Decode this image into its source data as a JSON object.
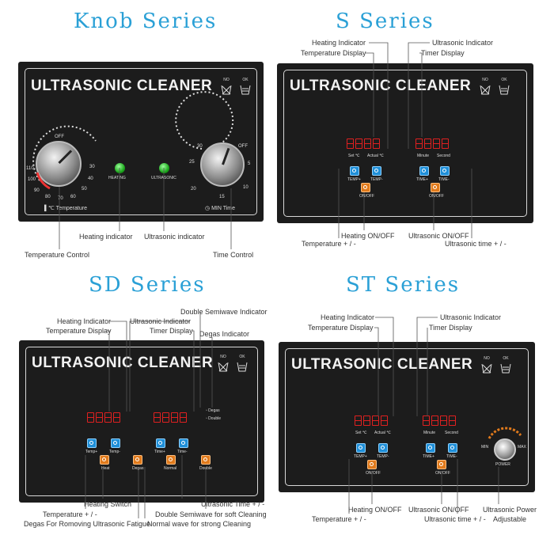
{
  "titles": {
    "knob": "Knob Series",
    "s": "S Series",
    "sd": "SD Series",
    "st": "ST Series"
  },
  "brand": "ULTRASONIC CLEANER",
  "symbols": {
    "no": "NO",
    "ok": "OK"
  },
  "knob_panel": {
    "off": "OFF",
    "temp_scale": [
      "110",
      "100",
      "90",
      "80",
      "70",
      "60",
      "50",
      "40",
      "30"
    ],
    "time_scale": [
      "30",
      "25",
      "20",
      "15",
      "10",
      "5"
    ],
    "time_off": "OFF",
    "heating": "HEATING",
    "ultrasonic": "ULTRASONIC",
    "temp_unit": "℃",
    "temp_word": "Temperature",
    "min": "MIN",
    "time_word": "Time",
    "labels": {
      "heating_indicator": "Heating indicator",
      "ultrasonic_indicator": "Ultrasonic indicator",
      "temperature_control": "Temperature Control",
      "time_control": "Time Control"
    }
  },
  "s_panel": {
    "set_c": "Set ℃",
    "actual_c": "Actual ℃",
    "minute": "Minute",
    "second": "Second",
    "temp_plus": "TEMP+",
    "temp_minus": "TEMP-",
    "time_plus": "TIME+",
    "time_minus": "TIME-",
    "on_off": "ON/OFF",
    "labels": {
      "heating_indicator": "Heating Indicator",
      "temperature_display": "Temperature Display",
      "ultrasonic_indicator": "Ultrasonic Indicator",
      "timer_display": "Timer Display",
      "heating_onoff": "Heating ON/OFF",
      "temperature_pm": "Temperature + / -",
      "ultrasonic_onoff": "Ultrasonic ON/OFF",
      "ultrasonic_time_pm": "Ultrasonic time + / -"
    }
  },
  "sd_panel": {
    "temp_plus": "Temp+",
    "temp_minus": "Temp-",
    "time_plus": "Time+",
    "time_minus": "Time-",
    "heat": "Heat",
    "degas": "Degas",
    "normal": "Normal",
    "double": "Double",
    "degas_small": "Degas",
    "double_small": "Double",
    "labels": {
      "heating_indicator": "Heating Indicator",
      "temperature_display": "Temperature Display",
      "ultrasonic_indicator": "Ultrasonic Indicator",
      "timer_display": "Timer Display",
      "double_semiwave_indicator": "Double Semiwave Indicator",
      "degas_indicator": "Degas Indicator",
      "heating_switch": "Heating Switch",
      "temperature_pm": "Temperature + / -",
      "degas_fatigue": "Degas For Romoving Ultrasonic Fatigue",
      "ultrasonic_time_pm": "Ultrasonic Time + / -",
      "double_semiwave_soft": "Double Semiwave for soft Cleaning",
      "normal_wave_strong": "Normal wave for strong Cleaning"
    }
  },
  "st_panel": {
    "set_c": "Set ℃",
    "actual_c": "Actual ℃",
    "minute": "Minute",
    "second": "Second",
    "temp_plus": "TEMP+",
    "temp_minus": "TEMP-",
    "time_plus": "TIME+",
    "time_minus": "TIME-",
    "on_off": "ON/OFF",
    "min": "MIN",
    "max": "MAX",
    "power": "POWER",
    "labels": {
      "heating_indicator": "Heating Indicator",
      "temperature_display": "Temperature Display",
      "ultrasonic_indicator": "Ultrasonic Indicator",
      "timer_display": "Timer Display",
      "heating_onoff": "Heating ON/OFF",
      "temperature_pm": "Temperature + / -",
      "ultrasonic_onoff": "Ultrasonic ON/OFF",
      "ultrasonic_time_pm": "Ultrasonic time + / -",
      "ultrasonic_power": "Ultrasonic Power",
      "adjustable": "Adjustable"
    }
  },
  "colors": {
    "title_blue": "#2aa0d6",
    "panel_black": "#1c1c1c",
    "display_red": "#e02020",
    "button_blue": "#1f8fd8",
    "button_orange": "#e07a1c",
    "led_green": "#1da81d"
  }
}
